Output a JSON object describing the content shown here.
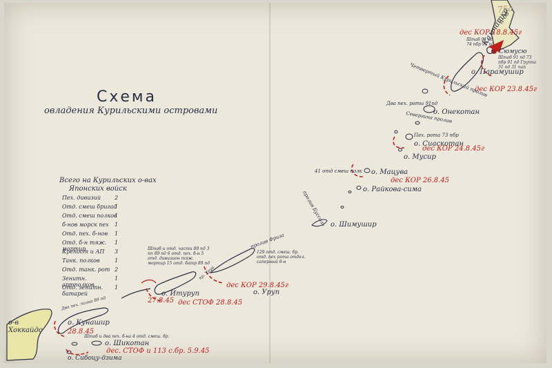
{
  "title": "Схема",
  "subtitle": "овладения Курильскими островами",
  "stamp": "75а",
  "legend": {
    "heading": "Всего на Курильских о-вах",
    "subheading": "Японских войск",
    "rows": [
      {
        "label": "Пех. дивизий",
        "value": "2"
      },
      {
        "label": "Отд. смеш бригад",
        "value": "1"
      },
      {
        "label": "Отд. смеш полков",
        "value": "1"
      },
      {
        "label": "б-нов морск пех",
        "value": "1"
      },
      {
        "label": "Отд. пех. б-нов",
        "value": "1"
      },
      {
        "label": "Отд. б-н тяж. мортир",
        "value": "1"
      },
      {
        "label": "Крепост и АП",
        "value": "3"
      },
      {
        "label": "Танк. полков",
        "value": "1"
      },
      {
        "label": "Отд. танк. рот",
        "value": "2"
      },
      {
        "label": "Зенитн. артполков",
        "value": "1"
      },
      {
        "label": "Отд. зенитн. батарей",
        "value": "1"
      }
    ]
  },
  "places": {
    "kamchatka": "Камчатка",
    "peninsula": "п-ов",
    "syumusyu": "о. Сюмусю",
    "paramushir": "о. Парамушир",
    "onekotan": "о. Онекотан",
    "siaskotan": "о. Сиаскотан",
    "musir": "о. Мусир",
    "matsuva": "о. Мацува",
    "raikova": "о. Райкова-сима",
    "shimushir": "о. Шимушир",
    "urup": "о. Уруп",
    "iturup": "о. Итуруп",
    "kunashir": "о. Кунашир",
    "shikotan": "о. Шикотан",
    "hokkaido": "о-в Хоккайдо",
    "sibotsu": "о. Сибоцу-дзима"
  },
  "landings": [
    "дес КОР 18.8.45г",
    "дес КОР 23.8.45г",
    "дес КОР 24.8.45г",
    "дес КОР 26.8.45",
    "дес КОР 29.8.45г",
    "дес СТОФ 28.8.45",
    "27.8.45",
    "28.8.45",
    "дес. СТОФ и 113 с.бр. 5.9.45"
  ],
  "notes": {
    "syumusyu_garrison": "Штаб 91 пд 73 пбр 91 пд Группа 31 пд 31 пап",
    "paramushir_garrison": "Штаб 91 пд 74 пбр 91 пд",
    "kuril_strait": "Четвертый Курильский пролив",
    "onekotan_garrison": "Два пех. роты 91пд",
    "siaskotan_strait": "Севергина пролив",
    "siaskotan_garrison": "Пех. рота 73 пбр",
    "matsuva_garrison": "41 отд смеш полк",
    "bussol": "пролив Буссоль",
    "urup_garrison": "129 отд. смеш. бр. отд. пех рота отдел. саперный б-н",
    "de_vries": "пролив Фриза",
    "urup_strait": "пр. Уруп",
    "iturup_garrison": "Штаб и отд. части 89 пд 3 пп 89 пд 6 отд. пех. б-н 5 отд. дивизион тяж. мортир 15 отд. батр 89 пд",
    "kunashir_garrison": "Два пех. полка 89 пд",
    "shikotan_garrison": "Штаб и два пех. б-на 4 отд. смеш. бр."
  },
  "colors": {
    "paper": "#ece8dc",
    "ink_blue": "#2a2f45",
    "landing_red": "#c0201c",
    "hokkaido_fill": "#e9e6a8"
  }
}
